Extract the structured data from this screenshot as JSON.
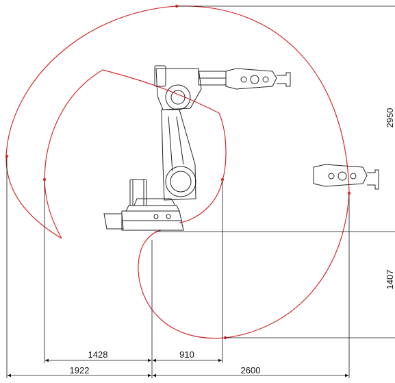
{
  "colors": {
    "envelope": "#d42a2a",
    "dimension": "#111111",
    "robot_outline": "#222222",
    "background": "#ffffff"
  },
  "dimensions": {
    "d_1428": "1428",
    "d_910": "910",
    "d_1922": "1922",
    "d_2600": "2600",
    "d_2950": "2950",
    "d_1407": "1407"
  }
}
